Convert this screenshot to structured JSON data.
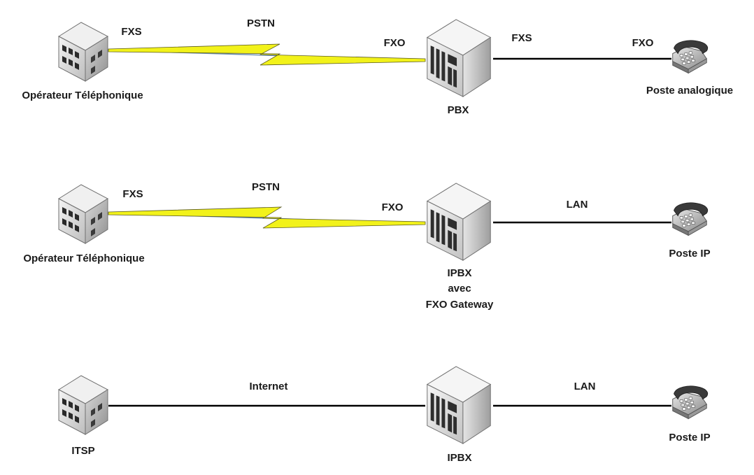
{
  "rows": [
    {
      "left_device": "Opérateur Téléphonique",
      "left_port": "FXS",
      "link_label": "PSTN",
      "center_port": "FXO",
      "center_device": [
        "PBX"
      ],
      "right_port_left": "FXS",
      "right_port_right": "FXO",
      "right_device": "Poste analogique"
    },
    {
      "left_device": "Opérateur Téléphonique",
      "left_port": "FXS",
      "link_label": "PSTN",
      "center_port": "FXO",
      "center_device": [
        "IPBX",
        "avec",
        "FXO Gateway"
      ],
      "right_link_label": "LAN",
      "right_device": "Poste IP"
    },
    {
      "left_device": "ITSP",
      "link_label": "Internet",
      "center_device": [
        "IPBX"
      ],
      "right_link_label": "LAN",
      "right_device": "Poste IP"
    }
  ],
  "icons": {
    "building": "office-building-icon",
    "server": "pbx-server-icon",
    "phone": "telephone-icon"
  },
  "colors": {
    "lightning": "#f2f21a",
    "lightning_stroke": "#5a5a20",
    "wire": "#000000",
    "pstn_wire": "#6b8fb3"
  }
}
